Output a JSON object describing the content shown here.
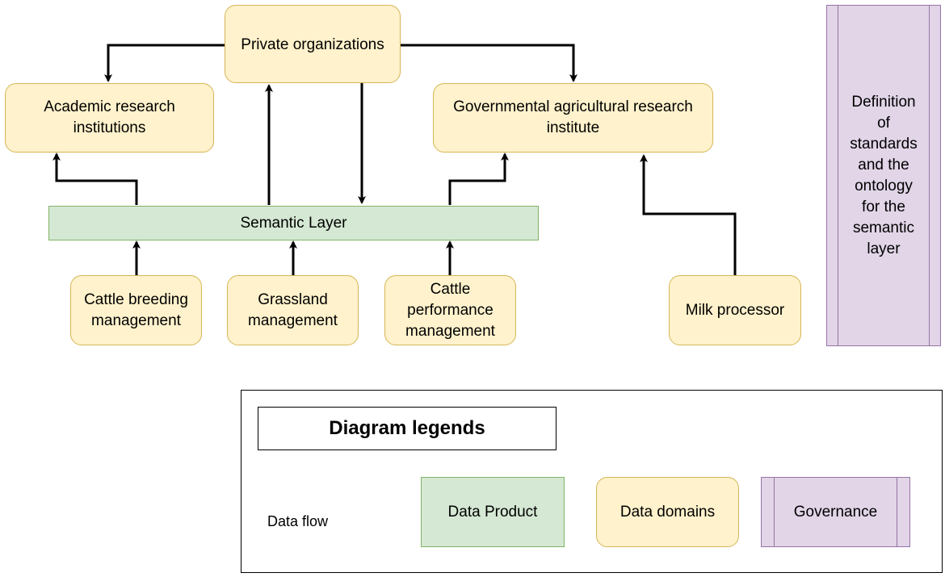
{
  "nodes": {
    "private_organizations": "Private organizations",
    "academic_research": "Academic research\ninstitutions",
    "governmental_research": "Governmental agricultural research\ninstitute",
    "semantic_layer": "Semantic Layer",
    "cattle_breeding": "Cattle breeding\nmanagement",
    "grassland": "Grassland\nmanagement",
    "cattle_performance": "Cattle\nperformance\nmanagement",
    "milk_processor": "Milk processor",
    "governance_definition": "Definition\nof\nstandards\nand the\nontology\nfor the\nsemantic\nlayer"
  },
  "legend": {
    "title": "Diagram legends",
    "data_flow": "Data flow",
    "data_product": "Data Product",
    "data_domains": "Data domains",
    "governance": "Governance"
  },
  "colors": {
    "domain_fill": "#fff2cc",
    "domain_stroke": "#d6b656",
    "product_fill": "#d5e8d4",
    "product_stroke": "#82b366",
    "governance_fill": "#e1d5e7",
    "governance_stroke": "#9673a6"
  }
}
